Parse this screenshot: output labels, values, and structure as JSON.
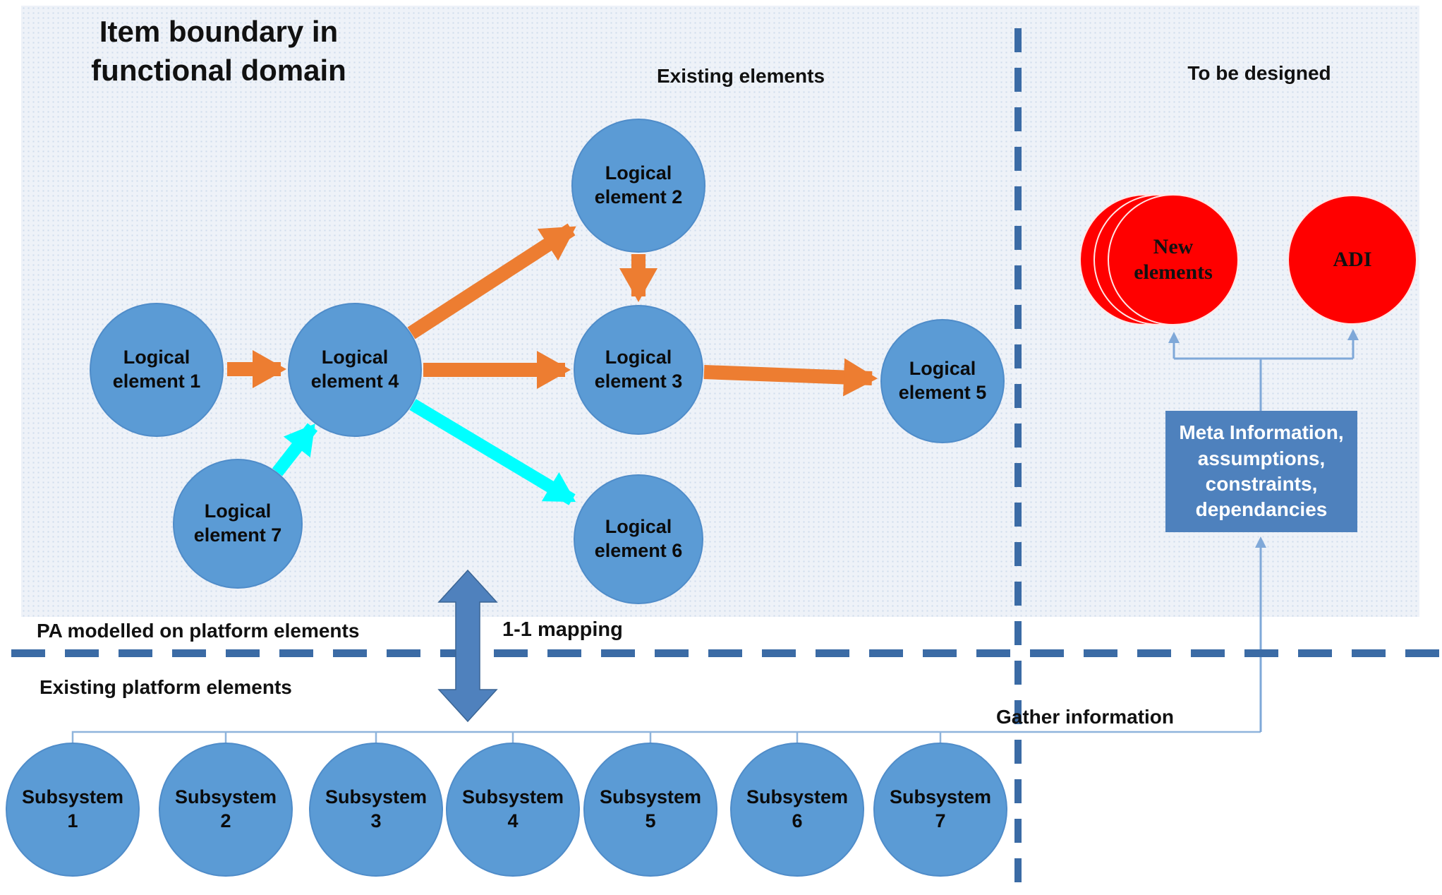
{
  "title": "Item boundary in\nfunctional domain",
  "labels": {
    "existing_elements": "Existing elements",
    "to_be_designed": "To be designed",
    "pa_modelled": "PA modelled on platform elements",
    "mapping": "1-1 mapping",
    "existing_platform": "Existing platform elements",
    "gather_information": "Gather information"
  },
  "nodes": {
    "le1": "Logical element 1",
    "le2": "Logical element 2",
    "le3": "Logical element 3",
    "le4": "Logical element 4",
    "le5": "Logical element  5",
    "le6": "Logical element 6",
    "le7": "Logical element 7"
  },
  "subsystems": [
    "Subsystem 1",
    "Subsystem 2",
    "Subsystem 3",
    "Subsystem 4",
    "Subsystem 5",
    "Subsystem 6",
    "Subsystem 7"
  ],
  "to_be_designed": {
    "new_elements": "New\nelements",
    "adi": "ADI",
    "meta_box": "Meta Information,\nassumptions,\nconstraints,\ndependancies"
  },
  "edges": {
    "orange": [
      "le1->le4",
      "le4->le2",
      "le2->le3",
      "le4->le3",
      "le3->le5"
    ],
    "cyan": [
      "le7->le4",
      "le4->le6"
    ],
    "info": [
      "meta-box->new-elements",
      "meta-box->adi",
      "platform-elements->meta-box (gather information)"
    ],
    "mapping": [
      "logical-elements<->subsystems (1-1 mapping)"
    ]
  },
  "colors": {
    "node_blue": "#5B9BD5",
    "orange": "#ED7D31",
    "cyan": "#00FFFF",
    "red": "#FF0000",
    "dashed_blue": "#3B6BA5",
    "meta_blue": "#4E81BD",
    "connector_blue": "#7FA8D8"
  }
}
